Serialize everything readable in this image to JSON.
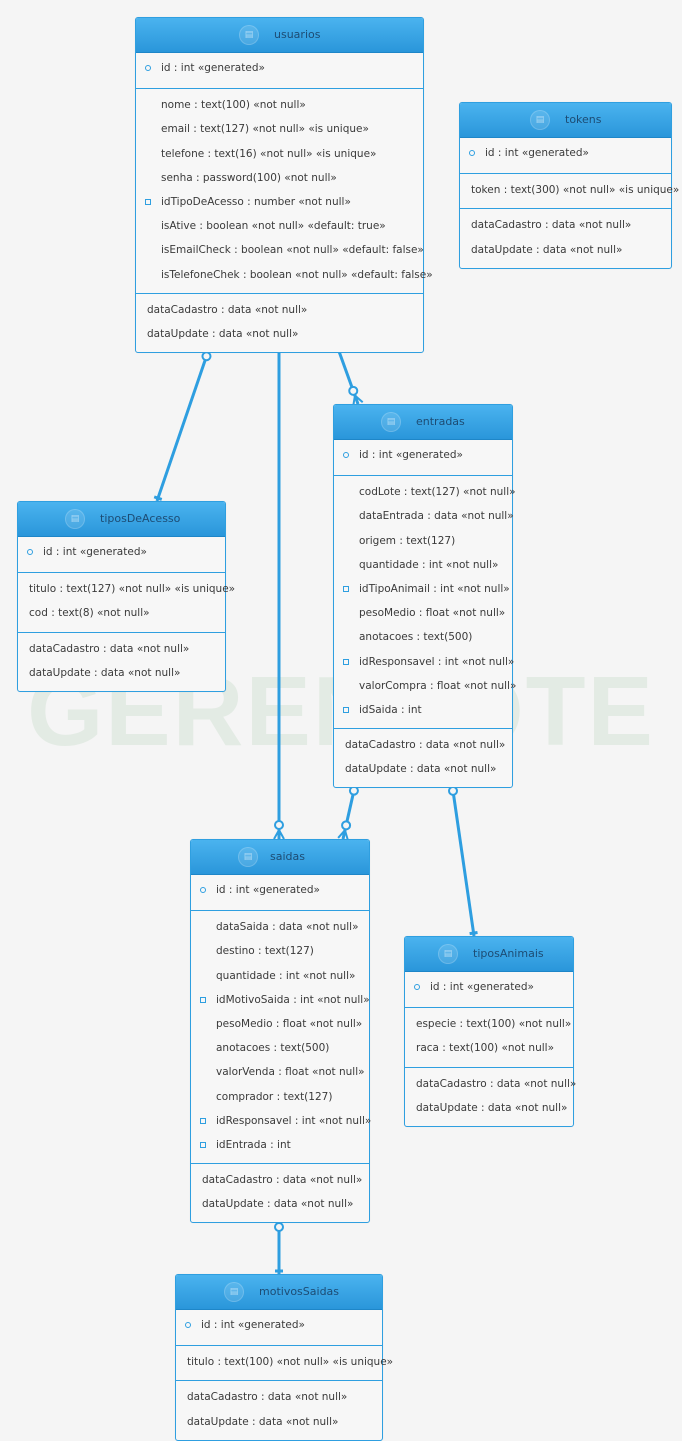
{
  "watermark": "GERENLOTE",
  "entities": {
    "usuarios": {
      "name": "usuarios",
      "pk": "id : int «generated»",
      "fields": [
        {
          "text": "nome : text(100) «not null»",
          "fk": false
        },
        {
          "text": "email : text(127) «not null» «is unique»",
          "fk": false
        },
        {
          "text": "telefone : text(16) «not null» «is unique»",
          "fk": false
        },
        {
          "text": "senha : password(100) «not null»",
          "fk": false
        },
        {
          "text": "idTipoDeAcesso : number «not null»",
          "fk": true
        },
        {
          "text": "isAtive : boolean «not null» «default: true»",
          "fk": false
        },
        {
          "text": "isEmailCheck : boolean «not null» «default: false»",
          "fk": false
        },
        {
          "text": "isTelefoneChek : boolean «not null» «default: false»",
          "fk": false
        }
      ],
      "meta": [
        "dataCadastro : data «not null»",
        "dataUpdate : data «not null»"
      ]
    },
    "tokens": {
      "name": "tokens",
      "pk": "id : int «generated»",
      "fields": [
        {
          "text": "token : text(300) «not null» «is unique»",
          "fk": false
        }
      ],
      "meta": [
        "dataCadastro : data «not null»",
        "dataUpdate : data «not null»"
      ]
    },
    "entradas": {
      "name": "entradas",
      "pk": "id : int «generated»",
      "fields": [
        {
          "text": "codLote : text(127) «not null»",
          "fk": false
        },
        {
          "text": "dataEntrada : data «not null»",
          "fk": false
        },
        {
          "text": "origem : text(127)",
          "fk": false
        },
        {
          "text": "quantidade : int «not null»",
          "fk": false
        },
        {
          "text": "idTipoAnimail : int «not null»",
          "fk": true
        },
        {
          "text": "pesoMedio : float «not null»",
          "fk": false
        },
        {
          "text": "anotacoes : text(500)",
          "fk": false
        },
        {
          "text": "idResponsavel : int «not null»",
          "fk": true
        },
        {
          "text": "valorCompra : float «not null»",
          "fk": false
        },
        {
          "text": "idSaida : int",
          "fk": true
        }
      ],
      "meta": [
        "dataCadastro : data «not null»",
        "dataUpdate : data «not null»"
      ]
    },
    "tiposDeAcesso": {
      "name": "tiposDeAcesso",
      "pk": "id : int «generated»",
      "fields": [
        {
          "text": "titulo : text(127) «not null» «is unique»",
          "fk": false
        },
        {
          "text": "cod : text(8) «not null»",
          "fk": false
        }
      ],
      "meta": [
        "dataCadastro : data «not null»",
        "dataUpdate : data «not null»"
      ]
    },
    "saidas": {
      "name": "saidas",
      "pk": "id : int «generated»",
      "fields": [
        {
          "text": "dataSaida : data «not null»",
          "fk": false
        },
        {
          "text": "destino : text(127)",
          "fk": false
        },
        {
          "text": "quantidade : int «not null»",
          "fk": false
        },
        {
          "text": "idMotivoSaida : int «not null»",
          "fk": true
        },
        {
          "text": "pesoMedio : float «not null»",
          "fk": false
        },
        {
          "text": "anotacoes : text(500)",
          "fk": false
        },
        {
          "text": "valorVenda : float «not null»",
          "fk": false
        },
        {
          "text": "comprador : text(127)",
          "fk": false
        },
        {
          "text": "idResponsavel : int «not null»",
          "fk": true
        },
        {
          "text": "idEntrada : int",
          "fk": true
        }
      ],
      "meta": [
        "dataCadastro : data «not null»",
        "dataUpdate : data «not null»"
      ]
    },
    "tiposAnimais": {
      "name": "tiposAnimais",
      "pk": "id : int «generated»",
      "fields": [
        {
          "text": "especie : text(100) «not null»",
          "fk": false
        },
        {
          "text": "raca : text(100) «not null»",
          "fk": false
        }
      ],
      "meta": [
        "dataCadastro : data «not null»",
        "dataUpdate : data «not null»"
      ]
    },
    "motivosSaidas": {
      "name": "motivosSaidas",
      "pk": "id : int «generated»",
      "fields": [
        {
          "text": "titulo : text(100) «not null» «is unique»",
          "fk": false
        }
      ],
      "meta": [
        "dataCadastro : data «not null»",
        "dataUpdate : data «not null»"
      ]
    }
  },
  "relationships": [
    {
      "name": "usuarios-tiposDeAcesso",
      "from": "usuarios",
      "to": "tiposDeAcesso"
    },
    {
      "name": "usuarios-saidas",
      "from": "usuarios",
      "to": "saidas"
    },
    {
      "name": "usuarios-entradas",
      "from": "usuarios",
      "to": "entradas"
    },
    {
      "name": "entradas-saidas",
      "from": "entradas",
      "to": "saidas"
    },
    {
      "name": "entradas-tiposAnimais",
      "from": "entradas",
      "to": "tiposAnimais"
    },
    {
      "name": "saidas-motivosSaidas",
      "from": "saidas",
      "to": "motivosSaidas"
    }
  ],
  "colors": {
    "accent": "#2f9fe0",
    "header": "#2a96da",
    "line": "#2e9ee0"
  }
}
